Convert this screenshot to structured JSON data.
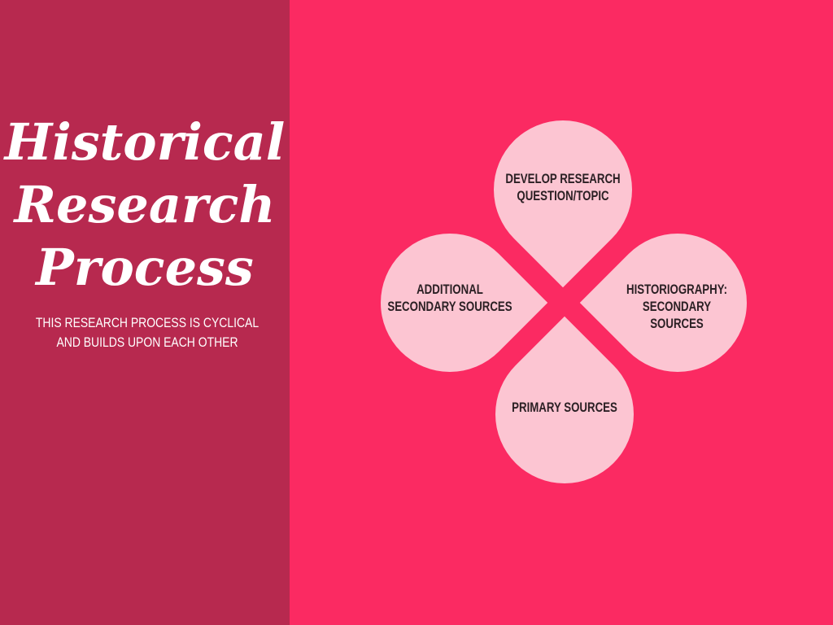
{
  "slide": {
    "colors": {
      "left_panel": "#B7294F",
      "background": "#FB2A62",
      "petal": "#FCC5D2",
      "petal_text": "#2B2024",
      "title_text": "#FFFFFF"
    },
    "title": {
      "lines": [
        "Historical",
        "Research",
        "Process"
      ]
    },
    "subtitle": {
      "lines": [
        "This research process is cyclical",
        "and builds upon each other"
      ]
    },
    "cycle": {
      "petals": [
        {
          "position": "top",
          "lines": [
            "Develop Research",
            "Question/Topic"
          ]
        },
        {
          "position": "right",
          "lines": [
            "Historiography:",
            "Secondary",
            "Sources"
          ]
        },
        {
          "position": "bottom",
          "lines": [
            "Primary Sources"
          ]
        },
        {
          "position": "left",
          "lines": [
            "Additional",
            "Secondary Sources"
          ]
        }
      ]
    }
  }
}
